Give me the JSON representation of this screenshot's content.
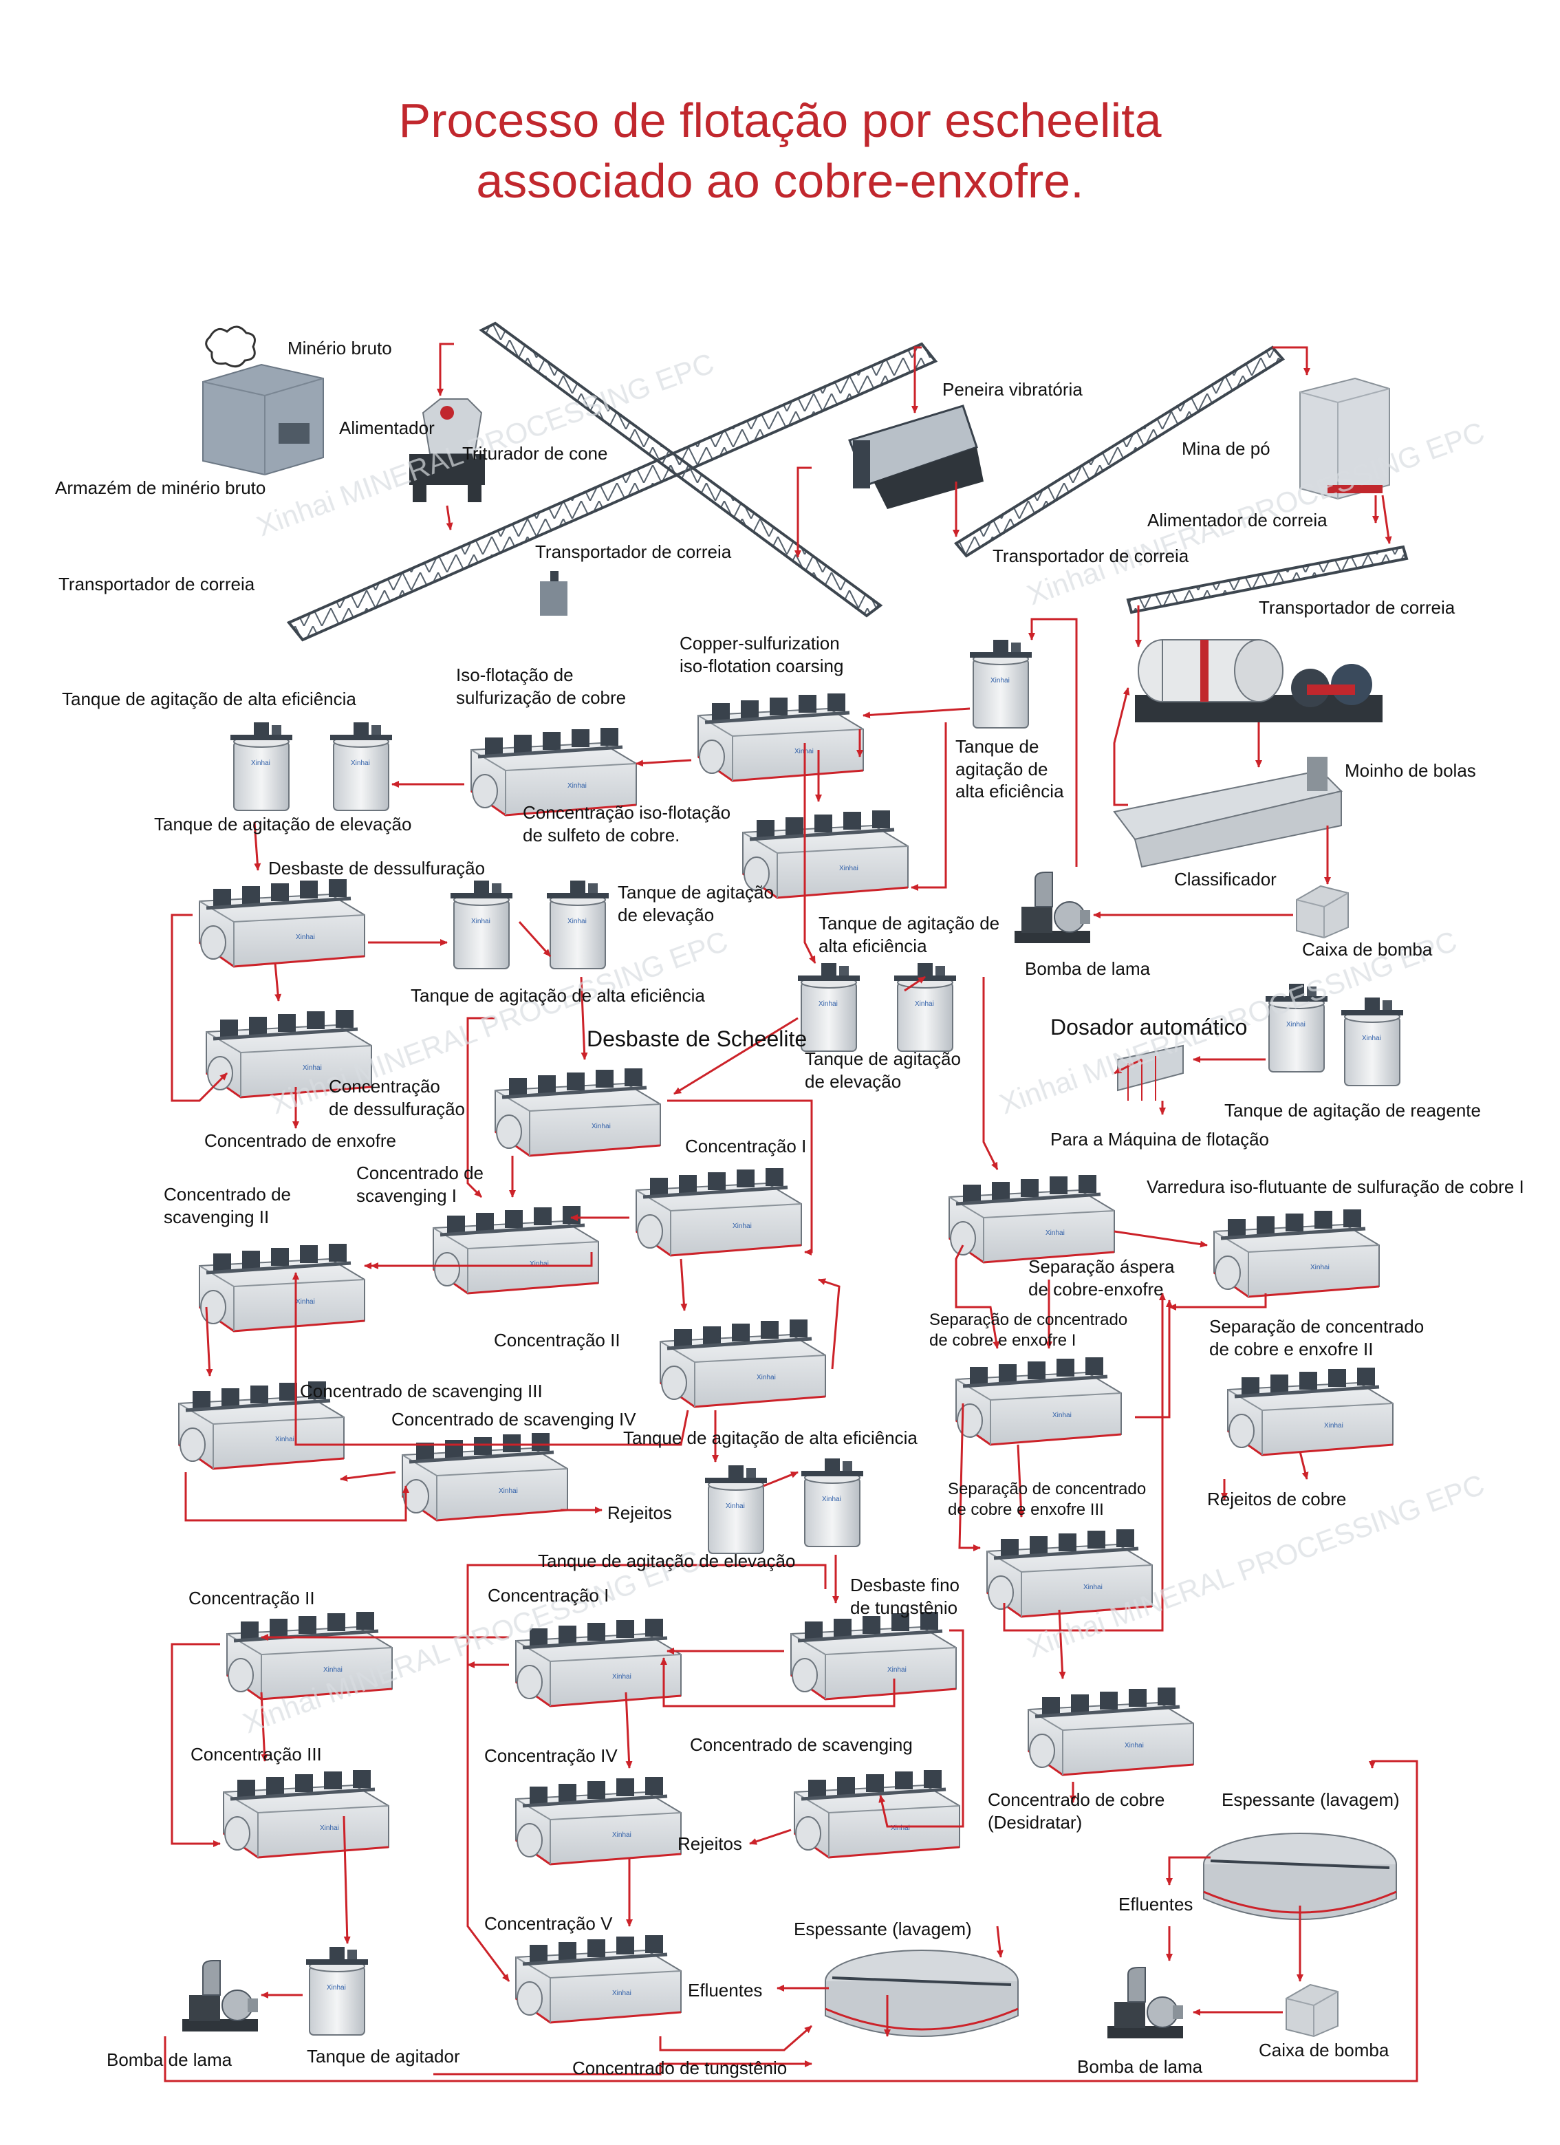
{
  "title": {
    "line1": "Processo de flotação por escheelita",
    "line2": "associado ao cobre-enxofre."
  },
  "watermark": "Xinhai MINERAL PROCESSING EPC",
  "colors": {
    "title": "#c1272d",
    "arrow": "#cc2229",
    "machine_body": "#d9dde1",
    "machine_dark": "#39424c"
  },
  "labels": {
    "raw_ore": "Minério bruto",
    "raw_ore_storage": "Armazém de minério bruto",
    "feeder": "Alimentador",
    "cone_crusher": "Triturador de cone",
    "belt_conveyor_1": "Transportador de correia",
    "belt_conveyor_2": "Transportador de correia",
    "vibrating_screen": "Peneira vibratória",
    "powder_mine": "Mina de pó",
    "belt_feeder": "Alimentador de correia",
    "belt_conveyor_3": "Transportador de correia",
    "belt_conveyor_4": "Transportador de correia",
    "ball_mill": "Moinho de bolas",
    "classifier": "Classificador",
    "pump_box_1": "Caixa de bomba",
    "slurry_pump_1": "Bomba de lama",
    "agitation_tank_1_l1": "Tanque de",
    "agitation_tank_1_l2": "agitação de",
    "agitation_tank_1_l3": "alta eficiência",
    "cu_s_coarsing_l1": "Copper-sulfurization",
    "cu_s_coarsing_l2": "iso-flotation coarsing",
    "iso_flot_cu_l1": "Iso-flotação de",
    "iso_flot_cu_l2": "sulfurização de cobre",
    "he_tank_top": "Tanque de agitação de alta eficiência",
    "lift_tank_1": "Tanque de agitação de elevação",
    "conc_iso_l1": "Concentração iso-flotação",
    "conc_iso_l2": "de sulfeto de cobre.",
    "desulf_rough": "Desbaste de dessulfuração",
    "lift_tank_2_l1": "Tanque de agitação",
    "lift_tank_2_l2": "de elevação",
    "he_tank_2": "Tanque de agitação de alta eficiência",
    "he_tank_3_l1": "Tanque de agitação de",
    "he_tank_3_l2": "alta eficiência",
    "lift_tank_3_l1": "Tanque de agitação",
    "lift_tank_3_l2": "de elevação",
    "scheelite_rough": "Desbaste de Scheelite",
    "desulf_conc_l1": "Concentração",
    "desulf_conc_l2": "de dessulfuração",
    "sulfur_conc": "Concentrado de enxofre",
    "auto_doser": "Dosador automático",
    "reagent_tank": "Tanque de agitação de reagente",
    "to_flotation": "Para a Máquina de flotação",
    "conc_I": "Concentração I",
    "scav_conc_II_l1": "Concentrado de",
    "scav_conc_II_l2": "scavenging  II",
    "scav_conc_I_l1": "Concentrado de",
    "scav_conc_I_l2": "scavenging I",
    "cu_s_scav": "Varredura iso-flutuante de sulfuração de cobre I",
    "cu_s_rough_sep_l1": "Separação áspera",
    "cu_s_rough_sep_l2": "de cobre-enxofre",
    "sep_cu_s_I_l1": "Separação de concentrado",
    "sep_cu_s_I_l2": "de cobre e enxofre I",
    "sep_cu_s_II_l1": "Separação de concentrado",
    "sep_cu_s_II_l2": "de cobre e enxofre II",
    "conc_II": "Concentração II",
    "scav_conc_III": "Concentrado de scavenging III",
    "scav_conc_IV": "Concentrado de scavenging  IV",
    "he_tank_4": "Tanque de agitação de alta eficiência",
    "tailings_1": "Rejeitos",
    "lift_tank_4": "Tanque de agitação de elevação",
    "copper_tailings": "Rejeitos de cobre",
    "sep_cu_s_III_l1": "Separação de concentrado",
    "sep_cu_s_III_l2": "de cobre e enxofre III",
    "w_fine_rough_l1": "Desbaste fino",
    "w_fine_rough_l2": "de tungstênio",
    "conc_II_b": "Concentração II",
    "conc_I_b": "Concentração I",
    "conc_III_b": "Concentração III",
    "conc_IV_b": "Concentração IV",
    "scav_conc_b": "Concentrado de scavenging",
    "tailings_2": "Rejeitos",
    "cu_conc_l1": "Concentrado de cobre",
    "cu_conc_l2": "(Desidratar)",
    "thickener_1": "Espessante (lavagem)",
    "effluent_1": "Efluentes",
    "conc_V_b": "Concentração V",
    "thickener_2": "Espessante (lavagem)",
    "effluent_2": "Efluentes",
    "slurry_pump_2": "Bomba de lama",
    "agitator_tank": "Tanque de agitador",
    "w_conc": "Concentrado de tungstênio",
    "slurry_pump_3": "Bomba de lama",
    "pump_box_2": "Caixa de bomba"
  }
}
